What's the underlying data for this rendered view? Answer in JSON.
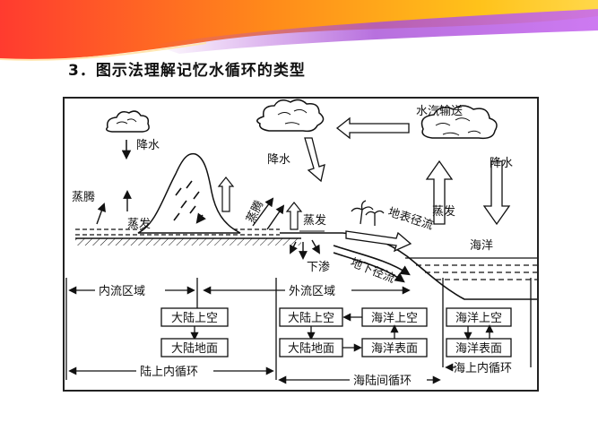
{
  "slide": {
    "title": "3．图示法理解记忆水循环的类型"
  },
  "diagram": {
    "labels": {
      "vapor_transport": "水汽输送",
      "precip_left": "降水",
      "precip_middle": "降水",
      "precip_right": "降水",
      "transpiration_left": "蒸腾",
      "evaporation_left": "蒸发",
      "transpiration_middle": "蒸腾",
      "evaporation_middle": "蒸发",
      "surface_runoff": "地表径流",
      "infiltration": "下渗",
      "groundwater_runoff": "地下径流",
      "evaporation_ocean": "蒸发",
      "ocean": "海洋"
    },
    "regions": {
      "inland": "内流区域",
      "outflow": "外流区域"
    },
    "boxes": {
      "inland_air": "大陆上空",
      "inland_ground": "大陆地面",
      "outflow_air": "大陆上空",
      "outflow_ground": "大陆地面",
      "ocean_air_1": "海洋上空",
      "ocean_surface_1": "海洋表面",
      "ocean_air_2": "海洋上空",
      "ocean_surface_2": "海洋表面"
    },
    "cycles": {
      "land": "陆上内循环",
      "sea_land": "海陆间循环",
      "ocean": "海上内循环"
    }
  }
}
